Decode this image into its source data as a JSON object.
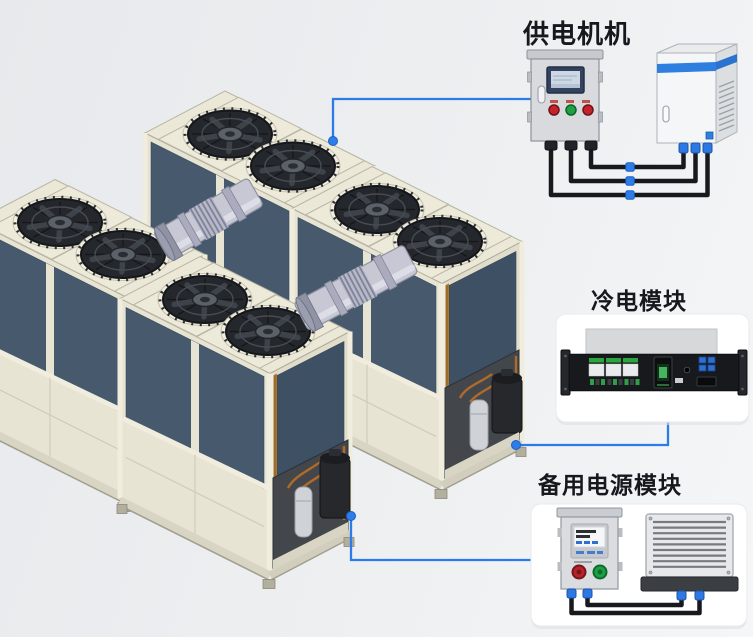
{
  "labels": {
    "power_supply": "供电机机",
    "cooling_module": "冷电模块",
    "backup_power_module": "备用电源模块"
  },
  "colors": {
    "connection_blue": "#2b7ce9",
    "cabinet_stripe_blue": "#2f7fe0",
    "chiller_coil_panel": "#46596d",
    "chiller_frame_cream": "#ece8d7",
    "pipe_gray": "#c7c8d4",
    "cable_black": "#17191d",
    "indicator_red": "#c3242c",
    "indicator_green": "#1ea045"
  },
  "equipment": {
    "chiller_unit_count": 4,
    "fans_per_unit": 2,
    "power_supply_cable_count": 3,
    "backup_cable_count": 2,
    "connection_lines": [
      {
        "from": "chiller-top",
        "to": "power-supply-box"
      },
      {
        "from": "chiller-east-compressor-bay",
        "to": "cooling-module-rack"
      },
      {
        "from": "chiller-south-compressor-bay",
        "to": "backup-power-panel"
      }
    ]
  }
}
